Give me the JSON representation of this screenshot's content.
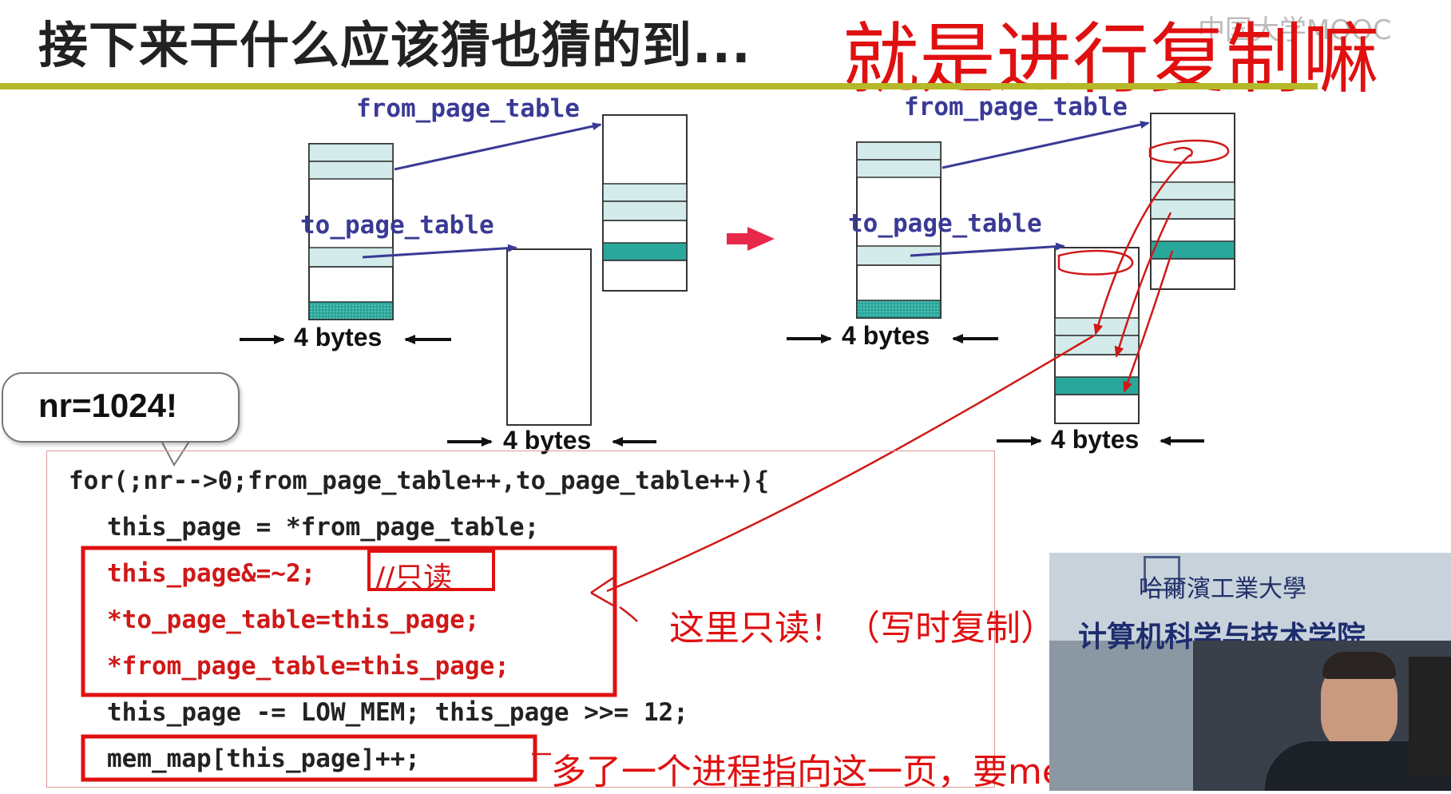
{
  "slide": {
    "title": "接下来干什么应该猜也猜的到...",
    "title_annotation": "就是进行复制嘛",
    "watermark": "中国大学MOOC"
  },
  "diagram": {
    "left": {
      "from_label": "from_page_table",
      "to_label": "to_page_table",
      "bytes_label_1": "4 bytes",
      "bytes_label_2": "4 bytes"
    },
    "right": {
      "from_label": "from_page_table",
      "to_label": "to_page_table",
      "bytes_label_1": "4 bytes",
      "bytes_label_2": "4 bytes"
    },
    "arrow_color": "#e8284a"
  },
  "bubble": {
    "text": "nr=1024!"
  },
  "code": {
    "line1": "for(;nr-->0;from_page_table++,to_page_table++){",
    "line2": "this_page = *from_page_table;",
    "line3": "this_page&=~2;",
    "line3_comment": "//只读",
    "line4": "*to_page_table=this_page;",
    "line5": "*from_page_table=this_page;",
    "line6": "this_page -= LOW_MEM; this_page >>= 12;",
    "line7": "mem_map[this_page]++;"
  },
  "annotations": {
    "readonly_note": "这里只读！（写时复制）",
    "mem_note": "多了一个进程指向这一页，要mem++，不至于释放嘛"
  },
  "video": {
    "school_name": "哈爾濱工業大學",
    "department": "计算机科学与技术学院"
  },
  "colors": {
    "accent_rule": "#b5b828",
    "annotation_red": "#e01010",
    "code_red": "#d01818",
    "diagram_blue": "#3a3a96",
    "teal": "#2aa79b",
    "light_teal": "#d3ebea"
  }
}
